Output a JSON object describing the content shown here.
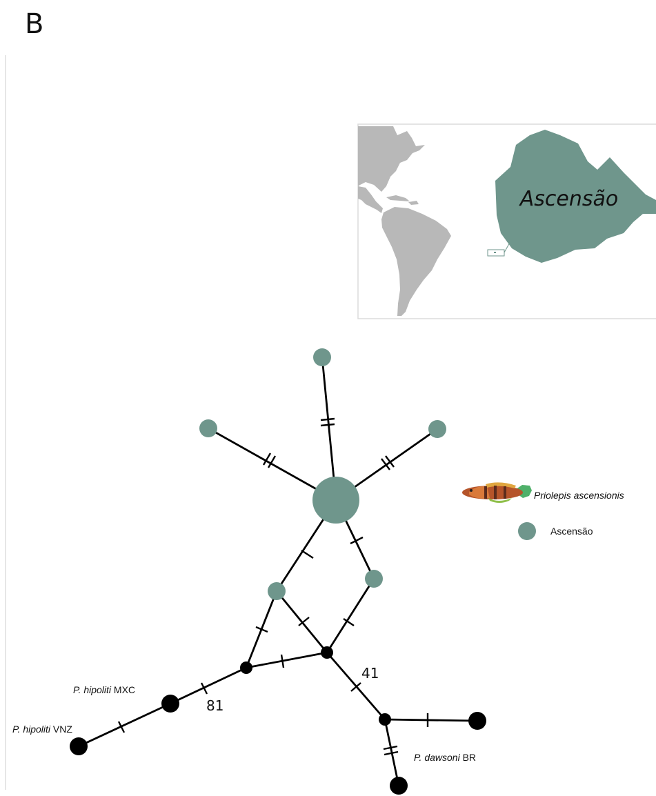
{
  "panel_label": "B",
  "inset_map": {
    "island_label": "Ascensão",
    "land_color": "#b8b8b8",
    "island_color": "#6f968c"
  },
  "legend": {
    "species_name": "Priolepis ascensionis",
    "population_label": "Ascensão",
    "population_color": "#6f968c"
  },
  "network": {
    "node_colors": {
      "ascensao": "#6f968c",
      "other": "#000000"
    },
    "edge_color": "#000000"
  },
  "labels": {
    "hipoliti_mxc": {
      "species": "P. hipoliti",
      "site": "MXC"
    },
    "hipoliti_vnz": {
      "species": "P. hipoliti",
      "site": "VNZ"
    },
    "dawsoni_br": {
      "species": "P. dawsoni",
      "site": "BR"
    },
    "steps_81": "81",
    "steps_41": "41"
  }
}
